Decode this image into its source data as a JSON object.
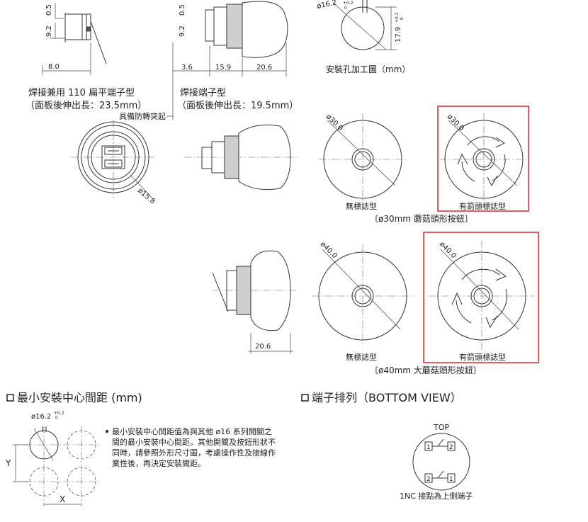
{
  "dimensions": {
    "flat_left": [
      "0.5",
      "9.2",
      "8.0"
    ],
    "solder_top": [
      "0.5",
      "9.2",
      "3.6",
      "15.9",
      "20.6"
    ],
    "hole_top_dia": "ø16.2",
    "hole_top_tol": "+0.2",
    "hole_top_tol_low": "0",
    "hole_top_height": "17.9",
    "hole_top_height_tol": "+0.2",
    "hole_top_height_tol_low": "0",
    "terminal_dia": "ø15.8",
    "dia30": "ø30.0",
    "dia40": "ø40.0",
    "len40": "20.6"
  },
  "labels": {
    "hole_title": "安裝孔加工圖（mm）",
    "flat_title_1": "焊接兼用 110 扁平端子型",
    "flat_title_2": "（面板後伸出長：23.5mm）",
    "solder_title_1": "焊接端子型",
    "solder_title_2": "（面板後伸出長：19.5mm）",
    "anti_rotation": "具備防轉突起",
    "no_mark": "無標誌型",
    "arrow_mark": "有箭頭標誌型",
    "caption_30": "〔ø30mm 蘑菇頭形按鈕〕",
    "caption_40": "〔ø40mm 大蘑菇頭形按鈕〕"
  },
  "sections": {
    "min_spacing_title": "最小安裝中心間距 (mm)",
    "terminal_title": "端子排列（BOTTOM VIEW）",
    "spacing_dia": "ø16.2",
    "spacing_tol": "+0.2",
    "spacing_tol_low": "0",
    "axis_y": "Y",
    "axis_x": "X",
    "note_lines": [
      "最小安裝中心間距值為與其他 ø16 系列開關之",
      "間的最小安裝中心間距。其他開關及按鈕形狀不",
      "同時，請參照外形尺寸圖，考慮操作性及接線作",
      "業性後，再決定安裝間距。"
    ],
    "top_label": "TOP",
    "pin_1": "1",
    "pin_2": "2",
    "terminal_note": "1NC 接點為上側端子"
  },
  "colors": {
    "highlight": "#e0262b",
    "line": "#333333"
  }
}
